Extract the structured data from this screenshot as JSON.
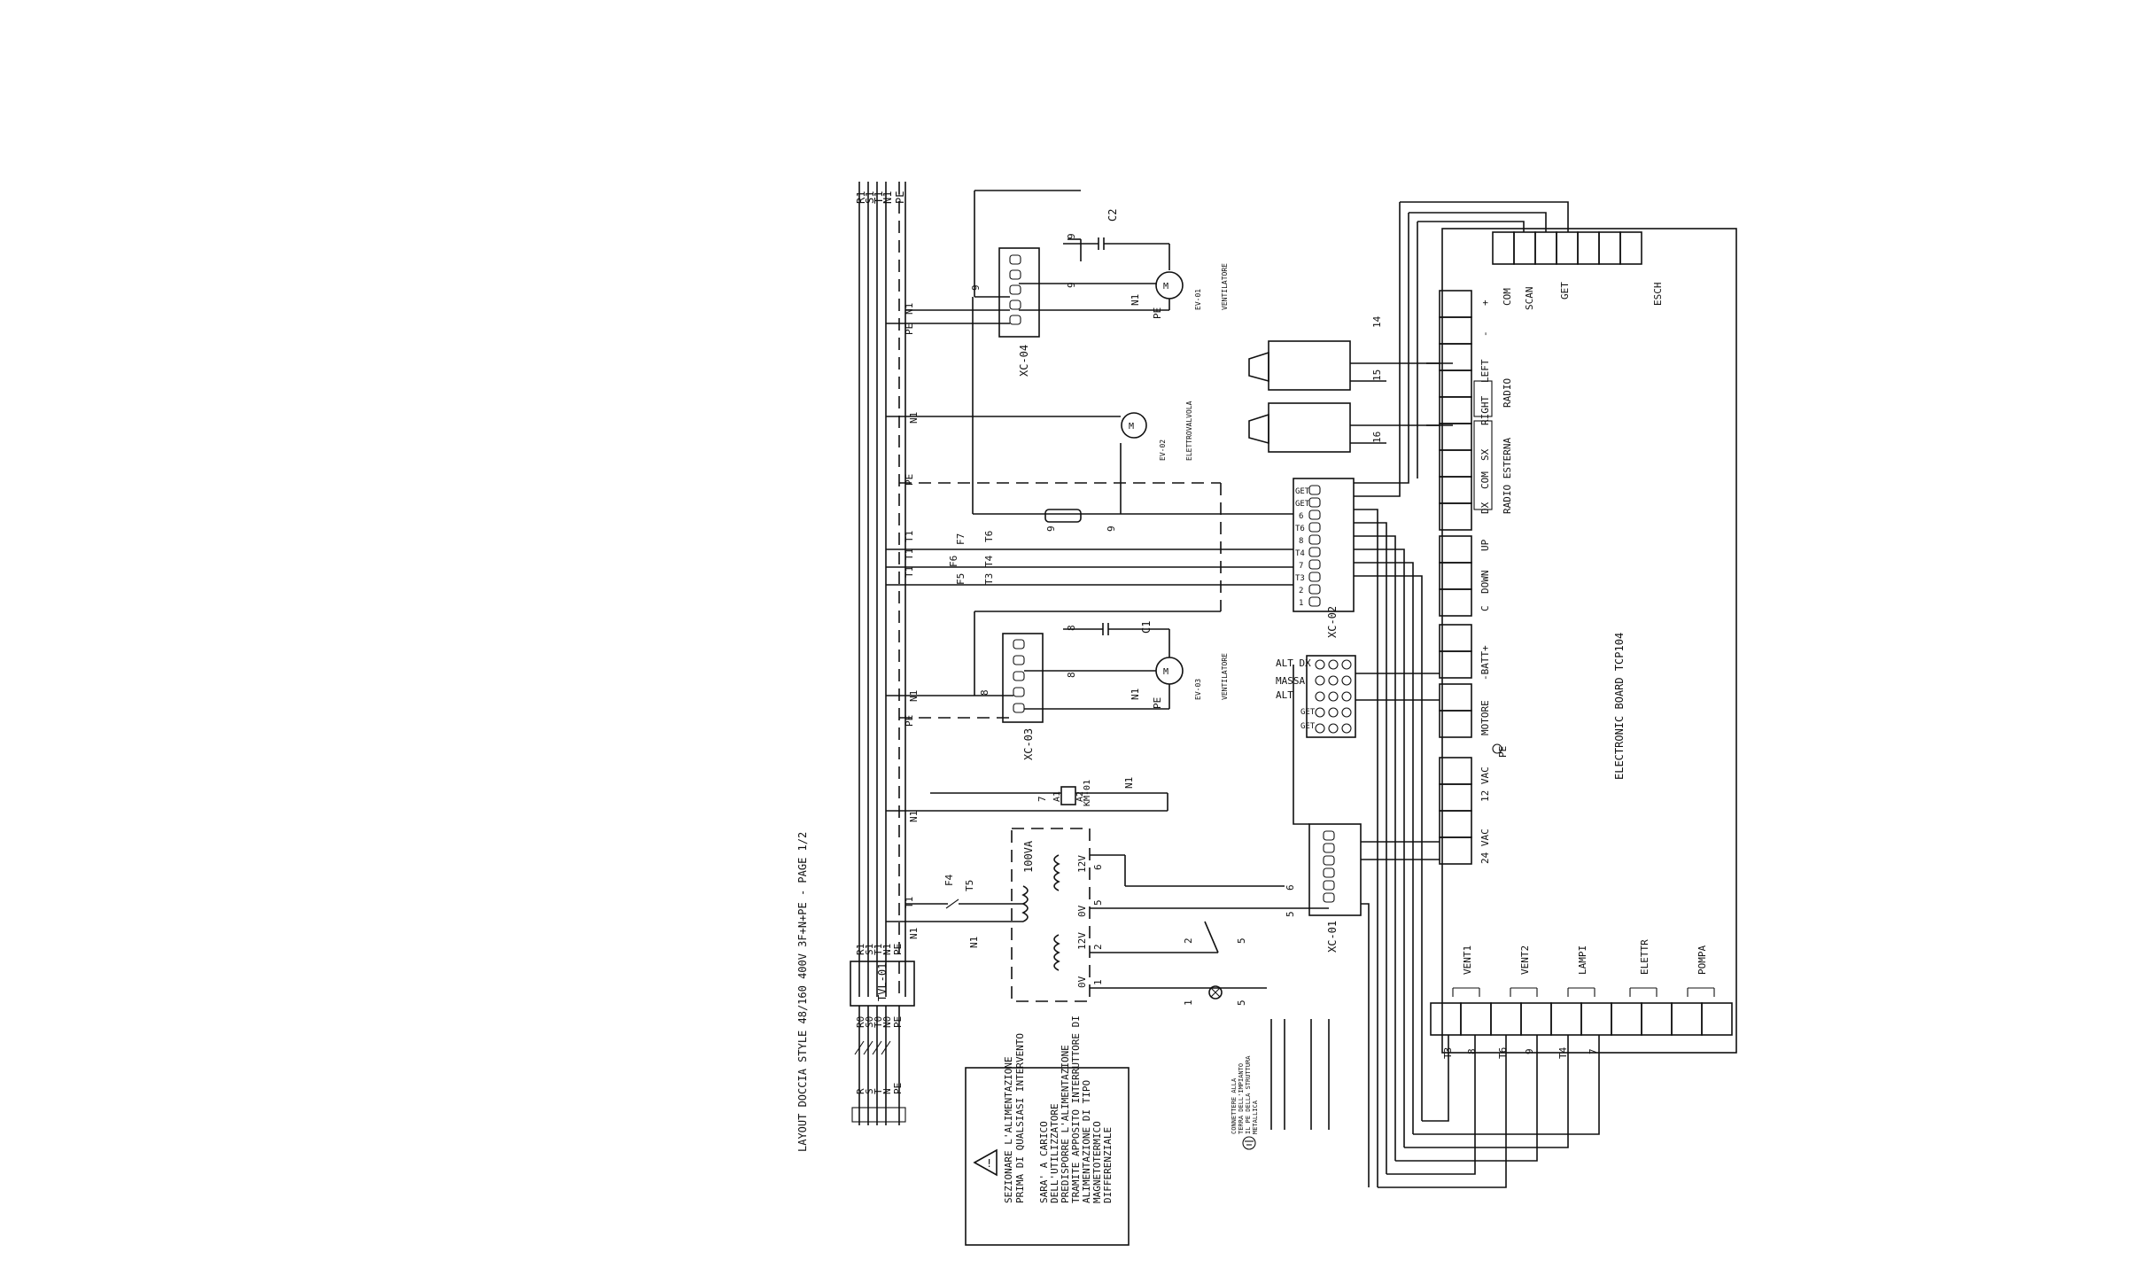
{
  "title": "LAYOUT DOCCIA STYLE 48/160 400V 3F+N+PE - PAGE 1/2",
  "supply": {
    "lines_top": [
      "R1",
      "S1",
      "T1",
      "N1",
      "PE"
    ],
    "lines_in": [
      "R",
      "S",
      "T",
      "N",
      "PE"
    ],
    "switch_in": [
      "R0",
      "S0",
      "T0",
      "N0",
      "PE"
    ],
    "switch_out": [
      "R1",
      "S1",
      "T1",
      "N1",
      "PE"
    ],
    "switch_label": "TVL-01"
  },
  "warning": {
    "line1": "SEZIONARE L'ALIMENTAZIONE",
    "line2": "PRIMA DI QUALSIASI INTERVENTO",
    "body": [
      "SARA' A CARICO",
      "DELL'UTILIZZATORE",
      "PREDISPORRE L'ALIMENTAZIONE",
      "TRAMITE APPOSITO INTERRUTTORE DI",
      "ALIMENTAZIONE DI TIPO",
      "MAGNETOTERMICO",
      "DIFFERENZIALE"
    ]
  },
  "transformer": {
    "rating": "100VA",
    "prim": [
      "0V",
      "12V"
    ],
    "sec": [
      "0V",
      "12V"
    ],
    "wires": [
      "6",
      "5",
      "1",
      "2"
    ]
  },
  "relay": {
    "label": "KM-01",
    "a1": "A1",
    "a2": "A2",
    "wire": "7",
    "neutral": "N1",
    "contact": [
      "2",
      "5"
    ],
    "lamp": [
      "1",
      "5"
    ]
  },
  "fuses": {
    "f4": "F4",
    "t5": "T5",
    "f5": "F5",
    "f6": "F6",
    "f7": "F7",
    "t1": "T1",
    "t3": "T3",
    "t4": "T4",
    "t6": "T6"
  },
  "motors": [
    {
      "name": "EV-01",
      "desc": "VENTILATORE",
      "cap": "C2",
      "block": "XC-04",
      "wire": "9",
      "n": "N1",
      "pe": "PE"
    },
    {
      "name": "EV-02",
      "desc": "ELETTROVALVOLA",
      "wire": "9",
      "n": "N1",
      "pe": "PE"
    },
    {
      "name": "EV-03",
      "desc": "VENTILATORE",
      "cap": "C1",
      "block": "XC-03",
      "wire": "8",
      "n": "N1",
      "pe": "PE"
    }
  ],
  "blocks": {
    "xc01": "XC-01",
    "xc02": "XC-02",
    "xc03": "XC-03",
    "xc04": "XC-04"
  },
  "xc02_labels": [
    "GET",
    "GET",
    "6",
    "T6",
    "8",
    "T4",
    "7",
    "T3",
    "2",
    "1"
  ],
  "aux_labels": {
    "alt_dx": "ALT DX",
    "massa": "MASSA",
    "alt": "ALT",
    "get": "GET"
  },
  "speakers": {
    "t14": "14",
    "t15": "15",
    "t16": "16"
  },
  "board": {
    "name": "ELECTRONIC BOARD TCP104",
    "top_labels": [
      "COM",
      "SCAN",
      "GET",
      "ESCH"
    ],
    "radio": [
      "+",
      "-",
      "LEFT",
      "RIGHT",
      "SX",
      "COM",
      "DX"
    ],
    "radio_title": "RADIO",
    "radio_ext": "RADIO ESTERNA",
    "controls": [
      "UP",
      "DOWN",
      "C",
      "-BATT+",
      "MOTORE",
      "12 VAC",
      "24 VAC"
    ],
    "pe": "PE",
    "outputs": [
      "VENT1",
      "VENT2",
      "LAMPI",
      "ELETTR",
      "POMPA"
    ],
    "bottom_wires": [
      "T3",
      "8",
      "T6",
      "9",
      "T4",
      "7"
    ]
  },
  "ground_note": [
    "CONNETTERE ALLA",
    "TERRA DELL'IMPIANTO",
    "IL PE DELLA STRUTTURA",
    "METALLICA"
  ]
}
